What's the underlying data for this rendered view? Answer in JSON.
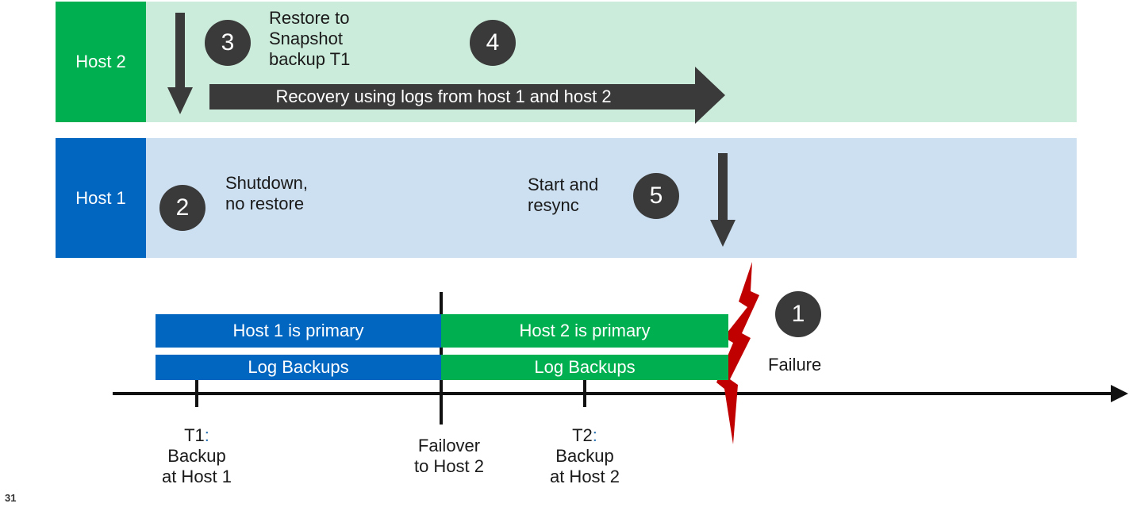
{
  "hosts": {
    "host2": {
      "label": "Host 2",
      "color": "#00af50",
      "band_color": "#ccecdb"
    },
    "host1": {
      "label": "Host 1",
      "color": "#0066c0",
      "band_color": "#cde0f1"
    }
  },
  "steps": [
    {
      "number": "1",
      "text": "Failure"
    },
    {
      "number": "2",
      "text_lines": [
        "Shutdown,",
        "no restore"
      ]
    },
    {
      "number": "3",
      "text_lines": [
        "Restore to",
        "Snapshot",
        "backup T1"
      ]
    },
    {
      "number": "4",
      "text": "Recovery using logs from host 1 and host 2"
    },
    {
      "number": "5",
      "text_lines": [
        "Start and",
        "resync"
      ]
    }
  ],
  "timeline": {
    "primary_bars": [
      "Host 1 is primary",
      "Host 2 is primary"
    ],
    "log_bars": [
      "Log Backups",
      "Log Backups"
    ],
    "markers": [
      {
        "prefix": "T1",
        "colon": ":",
        "lines": [
          "Backup",
          "at Host 1"
        ]
      },
      {
        "lines": [
          "Failover",
          "to Host 2"
        ]
      },
      {
        "prefix": "T2",
        "colon": ":",
        "lines": [
          "Backup",
          "at Host 2"
        ]
      }
    ]
  },
  "page_number": "31",
  "colors": {
    "arrow": "#3a3a3a",
    "failure": "#c00000",
    "accent": "#2e75b6"
  },
  "icons": [
    "down-arrow-icon",
    "right-arrow-icon",
    "lightning-bolt-icon"
  ]
}
